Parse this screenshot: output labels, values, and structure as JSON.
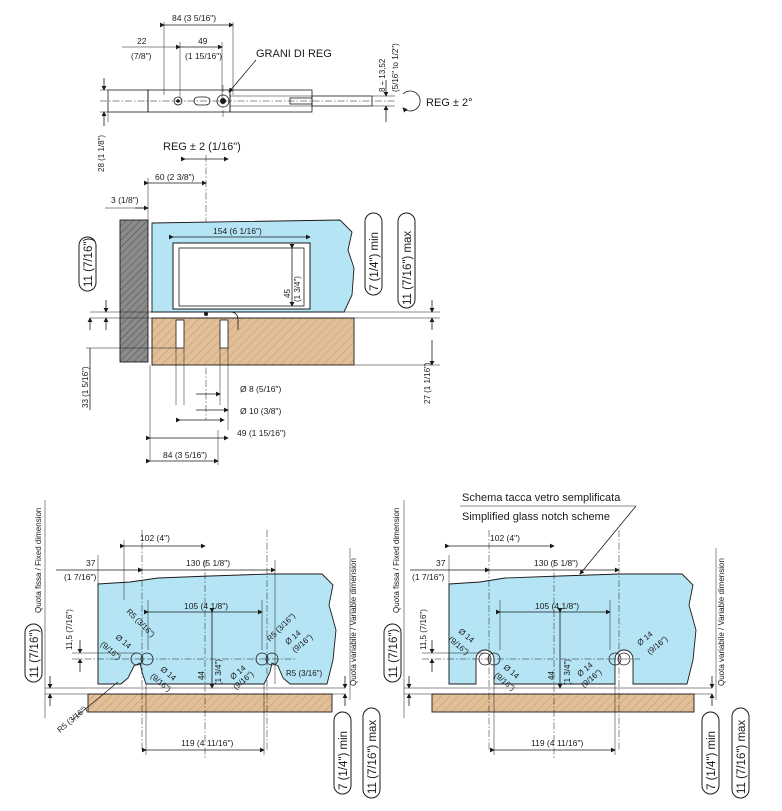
{
  "colors": {
    "glass": "#b5e4f4",
    "wood": "#e3bf98",
    "wall": "#8b8b8b"
  },
  "top_view": {
    "dim_84": "84 (3 5/16\")",
    "dim_22": "22",
    "dim_22_in": "(7/8\")",
    "dim_49": "49",
    "dim_49_in": "(1 15/16\")",
    "grani_label": "GRANI DI REG",
    "dim_range": "8 ÷ 13,52",
    "dim_range_in": "(5/16\" to 1/2\")",
    "reg_angle": "REG ± 2°",
    "dim_28": "28 (1 1/8\")"
  },
  "section_view": {
    "reg_label": "REG ± 2 (1/16\")",
    "dim_60": "60 (2 3/8\")",
    "dim_3": "3 (1/8\")",
    "dim_154": "154 (6 1/16\")",
    "dim_45": "45",
    "dim_45_in": "(1 3/4\")",
    "badge_11_left": "11 (7/16\")",
    "badge_7_min": "7 (1/4\") min",
    "badge_11_max": "11 (7/16\") max",
    "dim_33": "33 (1 5/16\")",
    "dim_27": "27 (1 1/16\")",
    "dim_d8": "Ø 8 (5/16\")",
    "dim_d10": "Ø 10 (3/8\")",
    "dim_49b": "49 (1 15/16\")",
    "dim_84b": "84 (3 5/16\")"
  },
  "bottom_left": {
    "fixed_dim": "Quota fissa / Fixed dimension",
    "variable_dim": "Quota variabile / Variable dimension",
    "dim_102": "102 (4\")",
    "dim_37": "37",
    "dim_37_in": "(1 7/16\")",
    "dim_130": "130 (5 1/8\")",
    "dim_105": "105 (4 1/8\")",
    "dim_11_5": "11,5 (7/16\")",
    "r5_a": "R5 (3/16\")",
    "r5_b": "R5 (3/16\")",
    "r5_c": "R5 (3/16\")",
    "r5_bottom": "R5 (3/16\")",
    "d14_a": "Ø 14",
    "d14_a_in": "(9/16\")",
    "d14_b": "Ø 14",
    "d14_b_in": "(9/16\")",
    "d14_c": "Ø 14",
    "d14_c_in": "(9/16\")",
    "d14_d": "Ø 14",
    "d14_d_in": "(9/16\")",
    "dim_44": "44",
    "dim_44_in": "(1 3/4\")",
    "dim_119": "119 (4 11/16\")",
    "badge_11": "11 (7/16\")",
    "badge_7_min": "7 (1/4\") min",
    "badge_11_max": "11 (7/16\") max"
  },
  "bottom_right": {
    "scheme_it": "Schema tacca vetro semplificata",
    "scheme_en": "Simplified glass notch scheme",
    "fixed_dim": "Quota fissa / Fixed dimension",
    "variable_dim": "Quota variabile / Variable dimension",
    "dim_102": "102 (4\")",
    "dim_37": "37",
    "dim_37_in": "(1 7/16\")",
    "dim_130": "130 (5 1/8\")",
    "dim_105": "105 (4 1/8\")",
    "dim_11_5": "11,5 (7/16\")",
    "d14_a": "Ø 14",
    "d14_a_in": "(9/16\")",
    "d14_b": "Ø 14",
    "d14_b_in": "(9/16\")",
    "d14_c": "Ø 14",
    "d14_c_in": "(9/16\")",
    "d14_d": "Ø 14",
    "d14_d_in": "(9/16\")",
    "dim_44": "44",
    "dim_44_in": "(1 3/4\")",
    "dim_119": "119 (4 11/16\")",
    "badge_11": "11 (7/16\")",
    "badge_7_min": "7 (1/4\") min",
    "badge_11_max": "11 (7/16\") max"
  }
}
